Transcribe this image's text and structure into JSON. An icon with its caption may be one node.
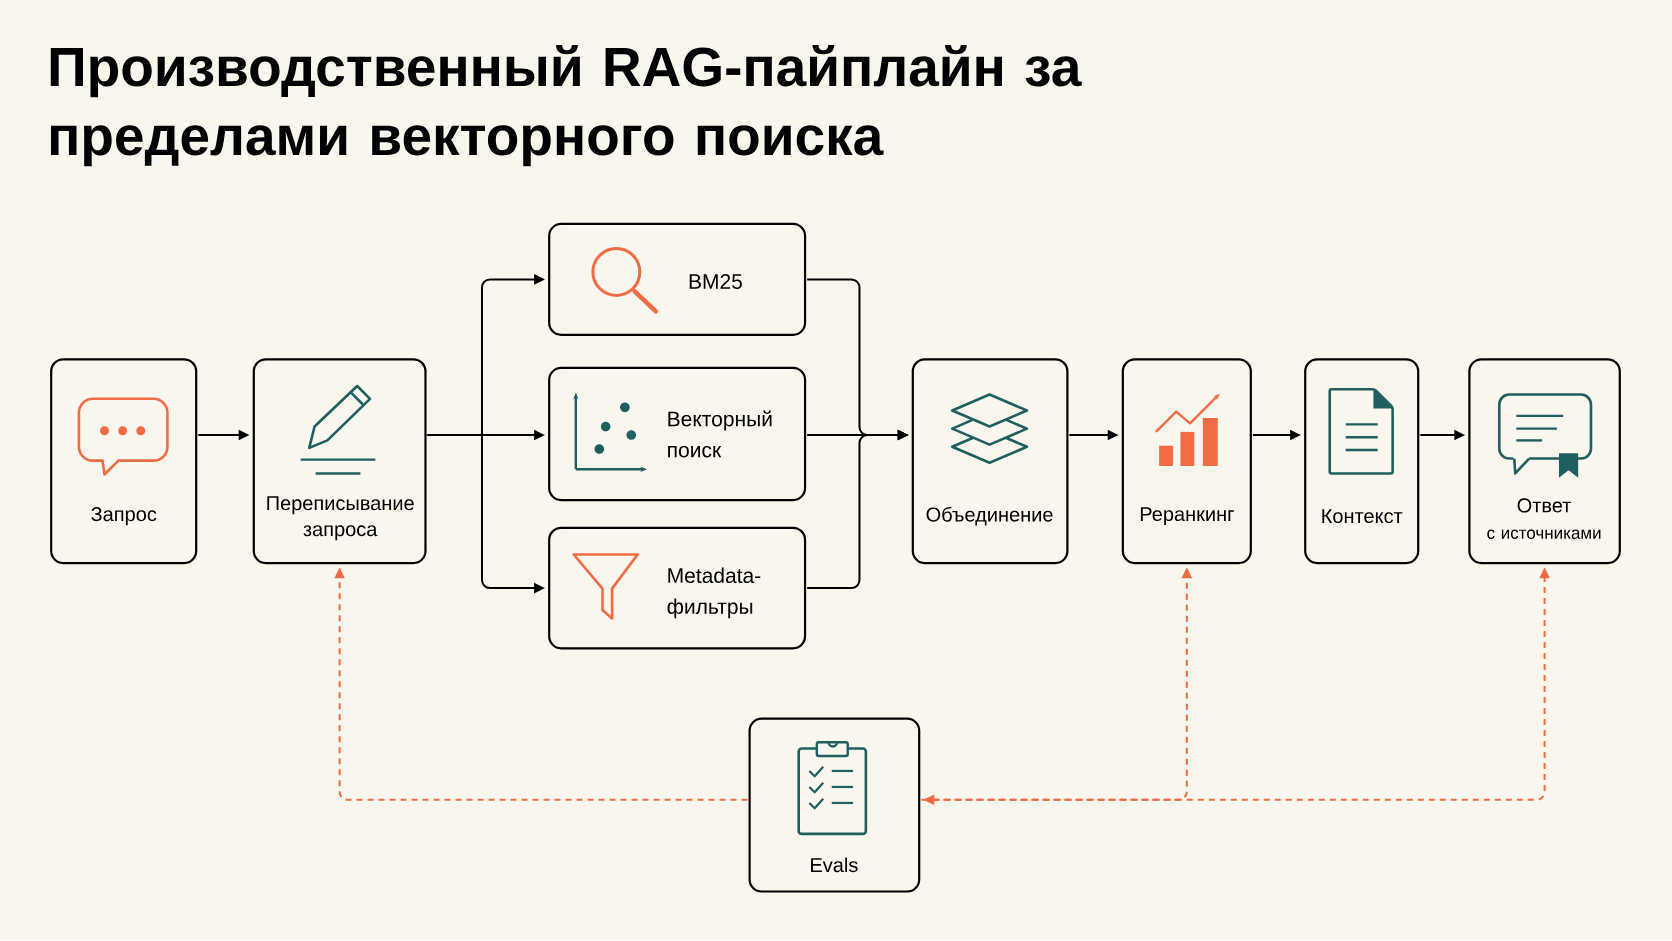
{
  "diagram": {
    "title": "Производственный RAG-пайплайн за пределами векторного поиска",
    "nodes": [
      {
        "text": [
          "Запрос"
        ]
      },
      {
        "text": [
          "Переписывание запроса"
        ]
      },
      {
        "text": [
          "BM25"
        ]
      },
      {
        "text": [
          "Векторный поиск"
        ]
      },
      {
        "text": [
          "Metadata-фильтры"
        ]
      },
      {
        "text": [
          "Объединение"
        ]
      },
      {
        "text": [
          "Реранкинг"
        ]
      },
      {
        "text": [
          "Контекст"
        ]
      },
      {
        "text": [
          "Ответ",
          "с источниками"
        ]
      },
      {
        "text": [
          "Evals"
        ]
      }
    ],
    "edges": [
      {
        "from": 0,
        "to": 1,
        "arrow": "to"
      },
      {
        "from": 1,
        "to": 2,
        "arrow": "to"
      },
      {
        "from": 1,
        "to": 3,
        "arrow": "to"
      },
      {
        "from": 1,
        "to": 4,
        "arrow": "to"
      },
      {
        "from": 2,
        "to": 5,
        "arrow": "to"
      },
      {
        "from": 3,
        "to": 5,
        "arrow": "to"
      },
      {
        "from": 4,
        "to": 5,
        "arrow": "to"
      },
      {
        "from": 5,
        "to": 6,
        "arrow": "to"
      },
      {
        "from": 6,
        "to": 7,
        "arrow": "to"
      },
      {
        "from": 7,
        "to": 8,
        "arrow": "to"
      },
      {
        "from": 9,
        "to": 1,
        "arrow": "to",
        "style": "dashed",
        "color": "#f06a45"
      },
      {
        "from": 9,
        "to": 6,
        "arrow": "to",
        "style": "dashed",
        "color": "#f06a45"
      },
      {
        "from": 9,
        "to": 8,
        "arrow": "both",
        "style": "dashed",
        "color": "#f06a45"
      }
    ]
  }
}
